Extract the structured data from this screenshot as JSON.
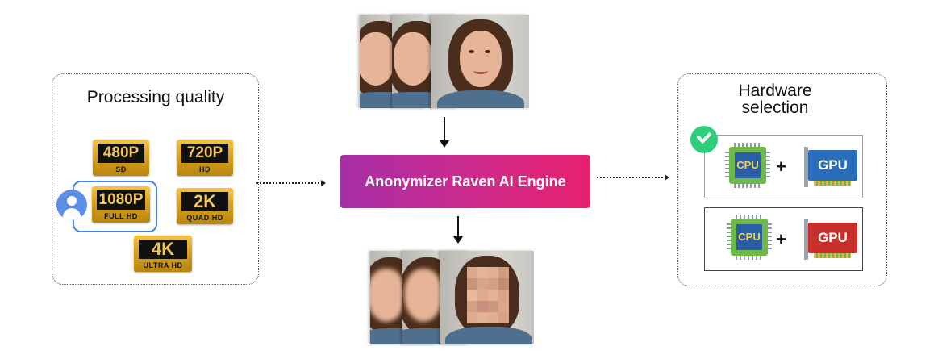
{
  "quality_panel": {
    "title": "Processing quality",
    "badges": [
      {
        "main": "480P",
        "sub": "SD"
      },
      {
        "main": "720P",
        "sub": "HD"
      },
      {
        "main": "1080P",
        "sub": "FULL HD"
      },
      {
        "main": "2K",
        "sub": "QUAD HD"
      },
      {
        "main": "4K",
        "sub": "ULTRA HD"
      }
    ],
    "selected": "1080P"
  },
  "engine": {
    "label": "Anonymizer Raven AI Engine"
  },
  "hardware_panel": {
    "title": "Hardware selection",
    "options": [
      {
        "cpu_label": "CPU",
        "plus": "+",
        "gpu_label": "GPU",
        "selected": true
      },
      {
        "cpu_label": "CPU",
        "plus": "+",
        "gpu_label": "GPU",
        "selected": false
      }
    ]
  },
  "colors": {
    "engine_gradient_start": "#a52fa7",
    "engine_gradient_end": "#e8206d",
    "selection_blue": "#4a86e8",
    "selected_option_border": "#2ecf7a",
    "gpu_blue": "#2a6db8",
    "gpu_red": "#c8302c"
  },
  "icons": [
    "user-avatar-icon",
    "check-circle-icon",
    "cpu-icon",
    "gpu-icon"
  ]
}
